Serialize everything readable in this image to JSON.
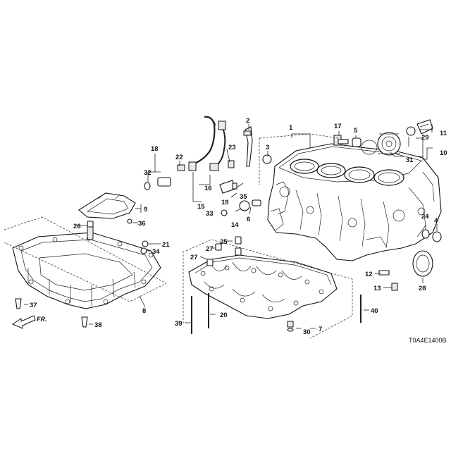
{
  "diagram_code": "T0A4E1400B",
  "direction_label": "FR.",
  "callouts": [
    "1",
    "2",
    "3",
    "4",
    "5",
    "6",
    "7",
    "8",
    "9",
    "10",
    "11",
    "12",
    "13",
    "14",
    "15",
    "16",
    "17",
    "18",
    "19",
    "20",
    "21",
    "22",
    "23",
    "24",
    "25",
    "26",
    "27",
    "28",
    "29",
    "30",
    "31",
    "32",
    "33",
    "34",
    "35",
    "36",
    "37",
    "38",
    "39",
    "40"
  ],
  "parts": {
    "cylinder_block": "cylinder-block",
    "oil_pan": "oil-pan",
    "lower_block": "lower-block",
    "baffle_plate": "baffle-plate",
    "oil_filter_housing": "oil-filter-housing",
    "oil_seal": "oil-seal",
    "harness": "knock-sensor-harness",
    "dipstick_guide": "dipstick-guide"
  }
}
